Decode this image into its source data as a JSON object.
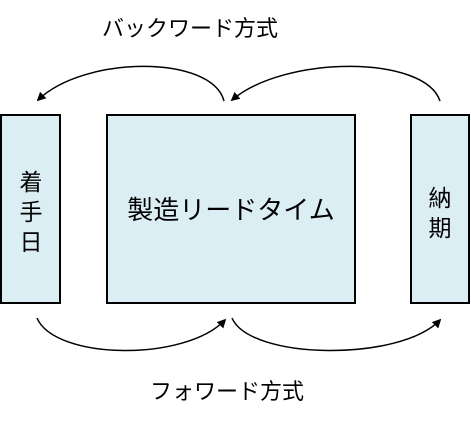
{
  "colors": {
    "box_fill": "#dbeef4",
    "stroke": "#000000",
    "text": "#000000"
  },
  "captions": {
    "backward": "バックワード方式",
    "forward": "フォワード方式"
  },
  "boxes": {
    "start": {
      "lines": [
        "着",
        "手",
        "日"
      ]
    },
    "center": {
      "label": "製造リードタイム"
    },
    "delivery": {
      "lines": [
        "納",
        "期"
      ]
    }
  }
}
